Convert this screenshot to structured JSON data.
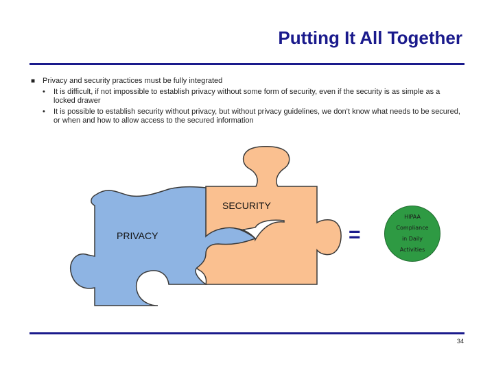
{
  "slide": {
    "title": "Putting It All Together",
    "page_number": "34"
  },
  "bullets": {
    "main": "Privacy and security practices must be fully integrated",
    "subs": [
      "It is difficult, if not impossible to establish privacy without some form of security, even if the security is as simple as a locked drawer",
      "It is possible to establish security without privacy, but without privacy guidelines, we don’t know what needs to be secured, or when and how to allow access to the secured information"
    ]
  },
  "diagram": {
    "piece_left_label": "PRIVACY",
    "piece_right_label": "SECURITY",
    "equals_sign": "=",
    "result_text": "HIPAA\nCompliance\nin Daily\nActivities",
    "colors": {
      "privacy_fill": "#8eb4e3",
      "security_fill": "#fac090",
      "outline": "#3a3a3a",
      "result_fill": "#2e9a43",
      "title": "#1a1a8c"
    }
  }
}
